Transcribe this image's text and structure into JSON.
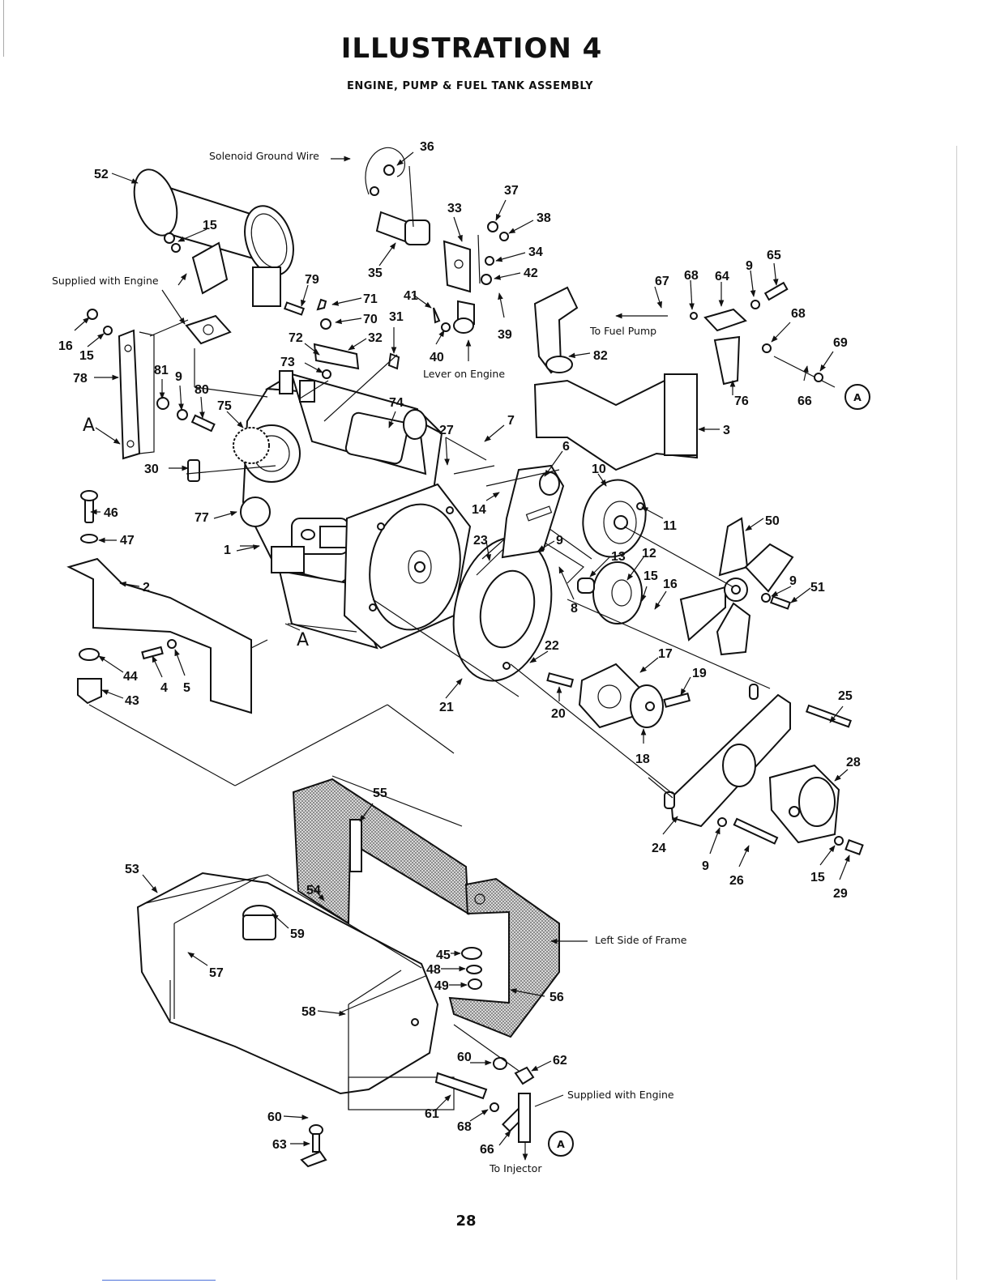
{
  "header": {
    "title": "ILLUSTRATION 4",
    "subtitle": "ENGINE, PUMP & FUEL TANK ASSEMBLY"
  },
  "notes": {
    "solenoid_ground_wire": "Solenoid Ground Wire",
    "supplied_with_engine_top": "Supplied with Engine",
    "to_fuel_pump": "To Fuel Pump",
    "lever_on_engine": "Lever on Engine",
    "left_side_of_frame": "Left Side of Frame",
    "supplied_with_engine_bottom": "Supplied with Engine",
    "to_injector": "To Injector"
  },
  "callout_letters": {
    "a_left": "A",
    "a_engine": "A",
    "a_circle_top": "A",
    "a_circle_bottom": "A"
  },
  "parts": {
    "p1": "1",
    "p2": "2",
    "p3": "3",
    "p4": "4",
    "p5": "5",
    "p6": "6",
    "p7": "7",
    "p8": "8",
    "p9a": "9",
    "p9b": "9",
    "p9c": "9",
    "p9d": "9",
    "p9e": "9",
    "p10": "10",
    "p11": "11",
    "p12": "12",
    "p13": "13",
    "p14": "14",
    "p15a": "15",
    "p15b": "15",
    "p15c": "15",
    "p15d": "15",
    "p16a": "16",
    "p16b": "16",
    "p17": "17",
    "p18": "18",
    "p19": "19",
    "p20": "20",
    "p21": "21",
    "p22": "22",
    "p23": "23",
    "p24": "24",
    "p25": "25",
    "p26": "26",
    "p27": "27",
    "p28": "28",
    "p29": "29",
    "p30": "30",
    "p31": "31",
    "p32": "32",
    "p33": "33",
    "p34": "34",
    "p35": "35",
    "p36": "36",
    "p37": "37",
    "p38": "38",
    "p39": "39",
    "p40": "40",
    "p41": "41",
    "p42": "42",
    "p43": "43",
    "p44": "44",
    "p45": "45",
    "p46": "46",
    "p47": "47",
    "p48": "48",
    "p49": "49",
    "p50": "50",
    "p51": "51",
    "p52": "52",
    "p53": "53",
    "p54": "54",
    "p55": "55",
    "p56": "56",
    "p57": "57",
    "p58": "58",
    "p59": "59",
    "p60a": "60",
    "p60b": "60",
    "p61": "61",
    "p62": "62",
    "p63": "63",
    "p64": "64",
    "p65": "65",
    "p66a": "66",
    "p66b": "66",
    "p67": "67",
    "p68a": "68",
    "p68b": "68",
    "p68c": "68",
    "p69": "69",
    "p70": "70",
    "p71": "71",
    "p72": "72",
    "p73": "73",
    "p74": "74",
    "p75": "75",
    "p76": "76",
    "p77": "77",
    "p78": "78",
    "p79": "79",
    "p80": "80",
    "p81": "81",
    "p82": "82"
  },
  "footer": {
    "page_number": "28"
  }
}
